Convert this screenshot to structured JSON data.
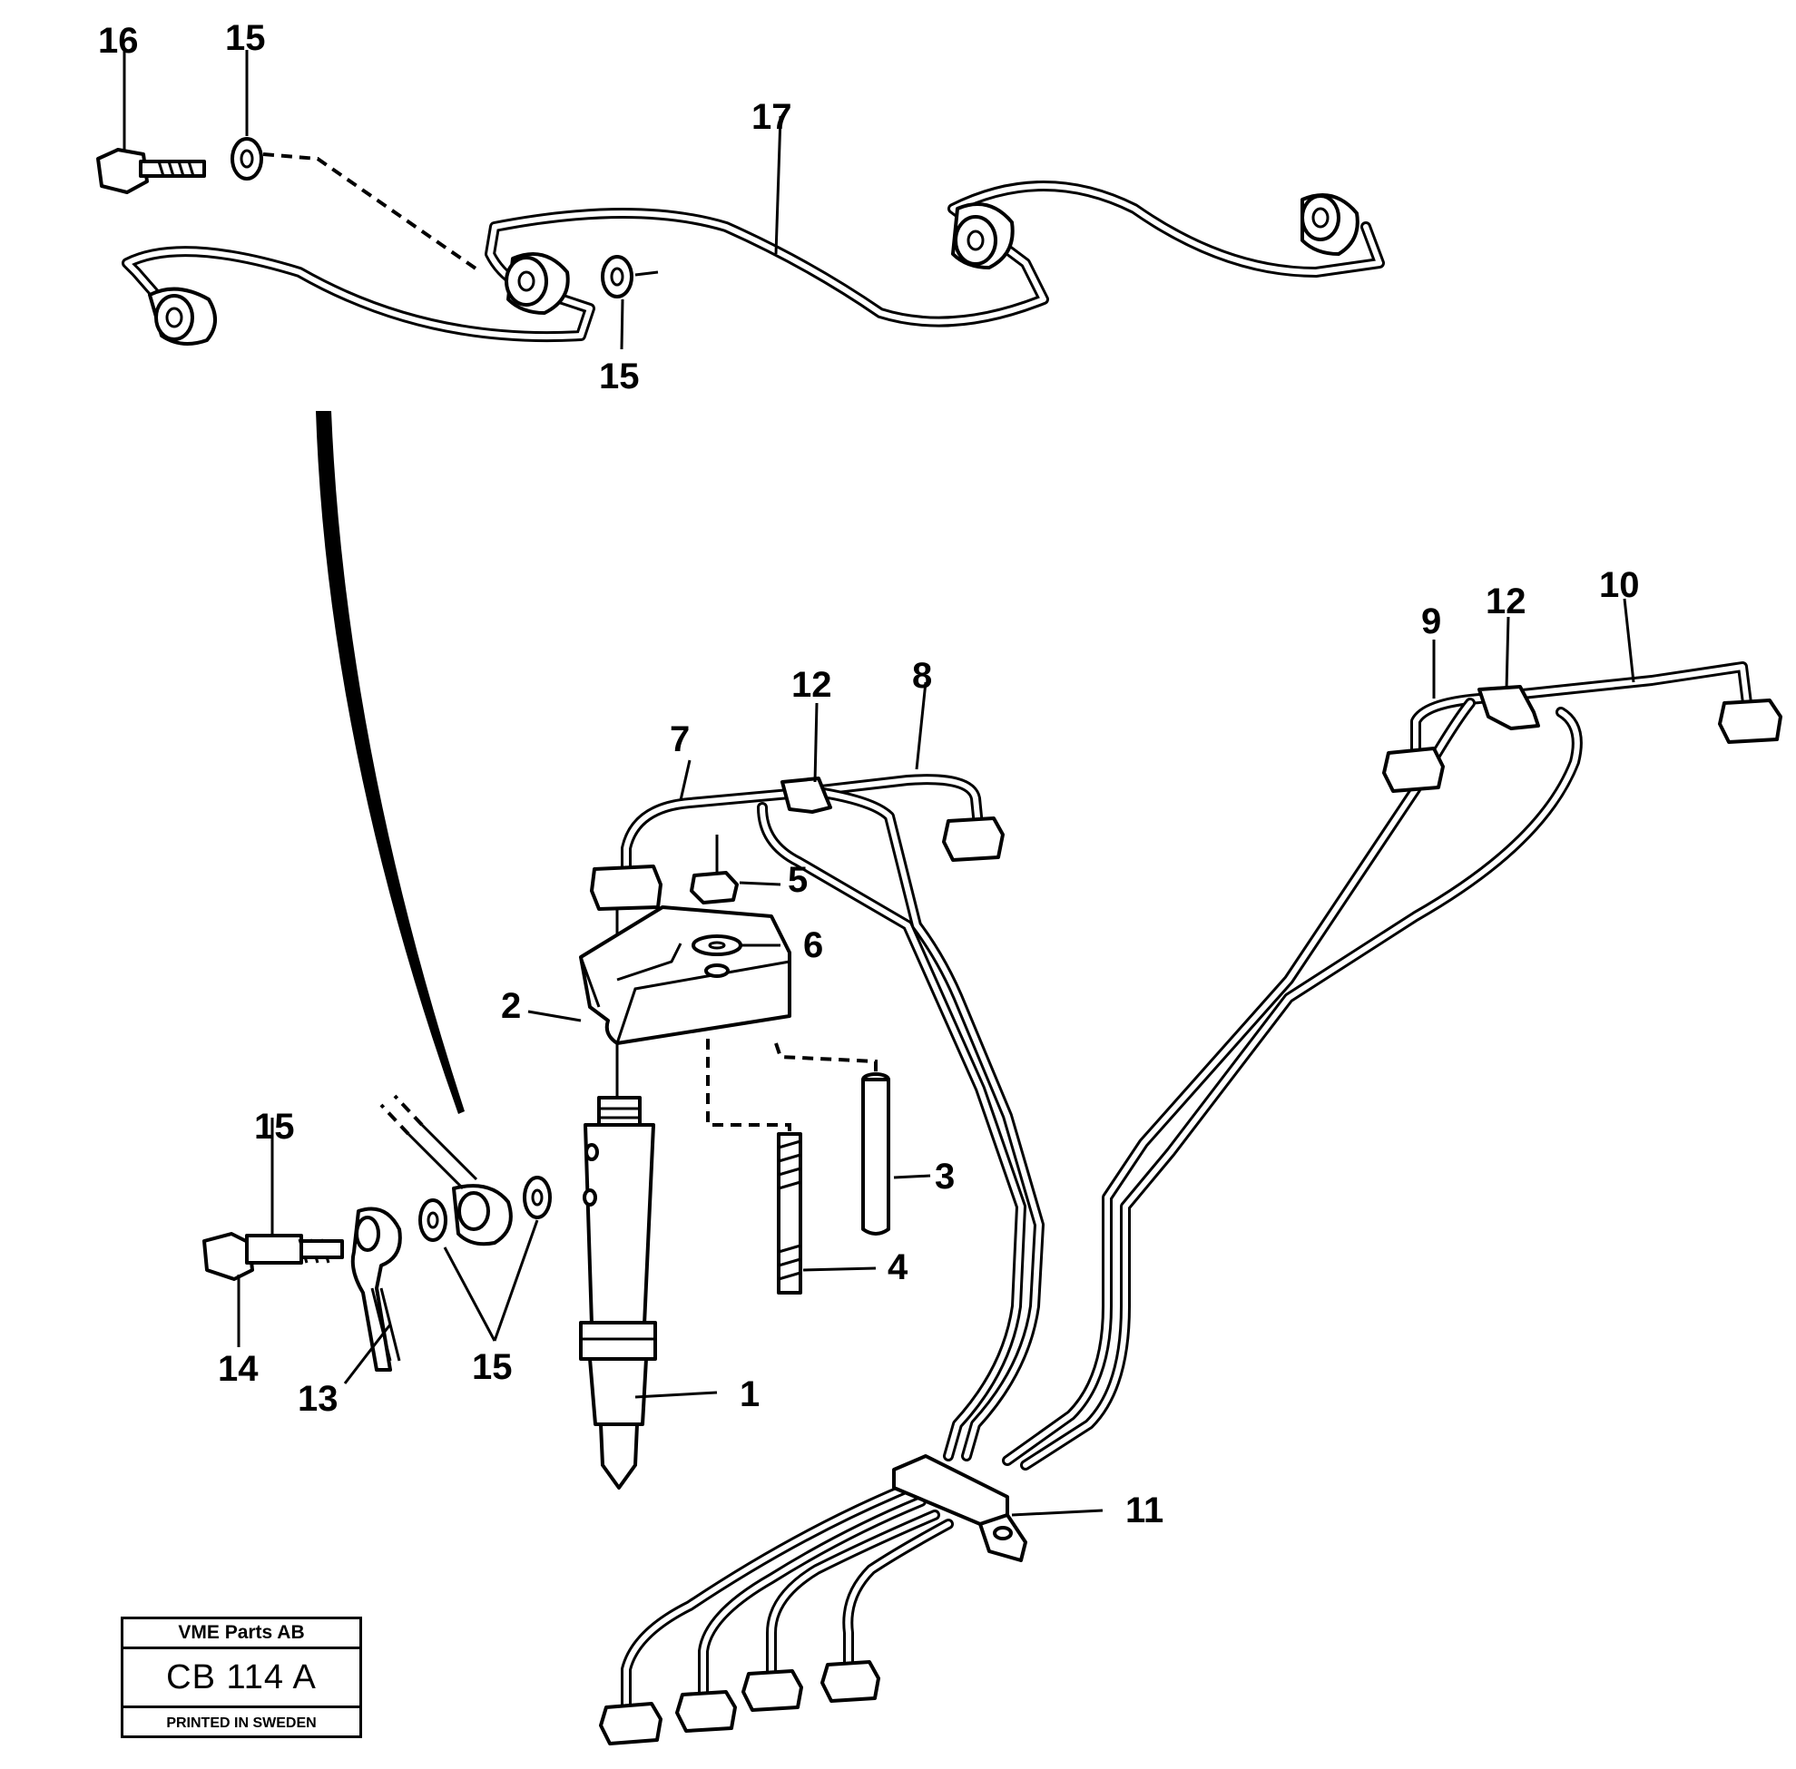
{
  "callouts": {
    "c1": "1",
    "c2": "2",
    "c3": "3",
    "c4": "4",
    "c5": "5",
    "c6": "6",
    "c7": "7",
    "c8": "8",
    "c9": "9",
    "c10": "10",
    "c11": "11",
    "c12a": "12",
    "c12b": "12",
    "c13": "13",
    "c14": "14",
    "c15a": "15",
    "c15b": "15",
    "c15c": "15",
    "c15d": "15",
    "c16": "16",
    "c17": "17"
  },
  "title_block": {
    "company": "VME Parts AB",
    "code": "CB 114 A",
    "printed": "PRINTED IN SWEDEN"
  }
}
